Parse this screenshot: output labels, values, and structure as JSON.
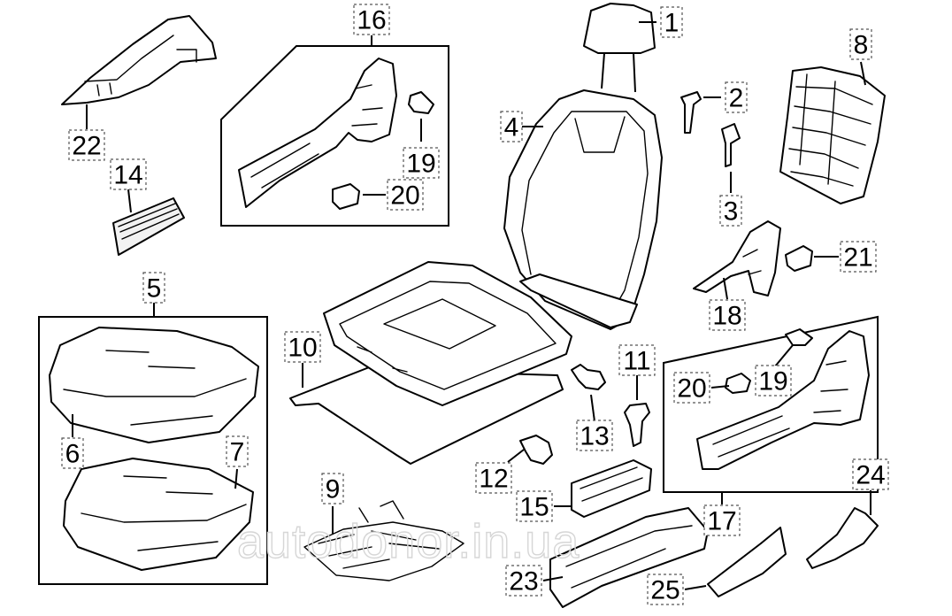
{
  "watermark": "autodonor.in.ua",
  "callouts": [
    {
      "id": "1",
      "label": "1"
    },
    {
      "id": "2",
      "label": "2"
    },
    {
      "id": "3",
      "label": "3"
    },
    {
      "id": "4",
      "label": "4"
    },
    {
      "id": "5",
      "label": "5"
    },
    {
      "id": "6",
      "label": "6"
    },
    {
      "id": "7",
      "label": "7"
    },
    {
      "id": "8",
      "label": "8"
    },
    {
      "id": "9",
      "label": "9"
    },
    {
      "id": "10",
      "label": "10"
    },
    {
      "id": "11",
      "label": "11"
    },
    {
      "id": "12",
      "label": "12"
    },
    {
      "id": "13",
      "label": "13"
    },
    {
      "id": "14",
      "label": "14"
    },
    {
      "id": "15",
      "label": "15"
    },
    {
      "id": "16",
      "label": "16"
    },
    {
      "id": "17",
      "label": "17"
    },
    {
      "id": "18",
      "label": "18"
    },
    {
      "id": "19a",
      "label": "19"
    },
    {
      "id": "19b",
      "label": "19"
    },
    {
      "id": "20a",
      "label": "20"
    },
    {
      "id": "20b",
      "label": "20"
    },
    {
      "id": "21",
      "label": "21"
    },
    {
      "id": "22",
      "label": "22"
    },
    {
      "id": "23",
      "label": "23"
    },
    {
      "id": "24",
      "label": "24"
    },
    {
      "id": "25",
      "label": "25"
    }
  ]
}
